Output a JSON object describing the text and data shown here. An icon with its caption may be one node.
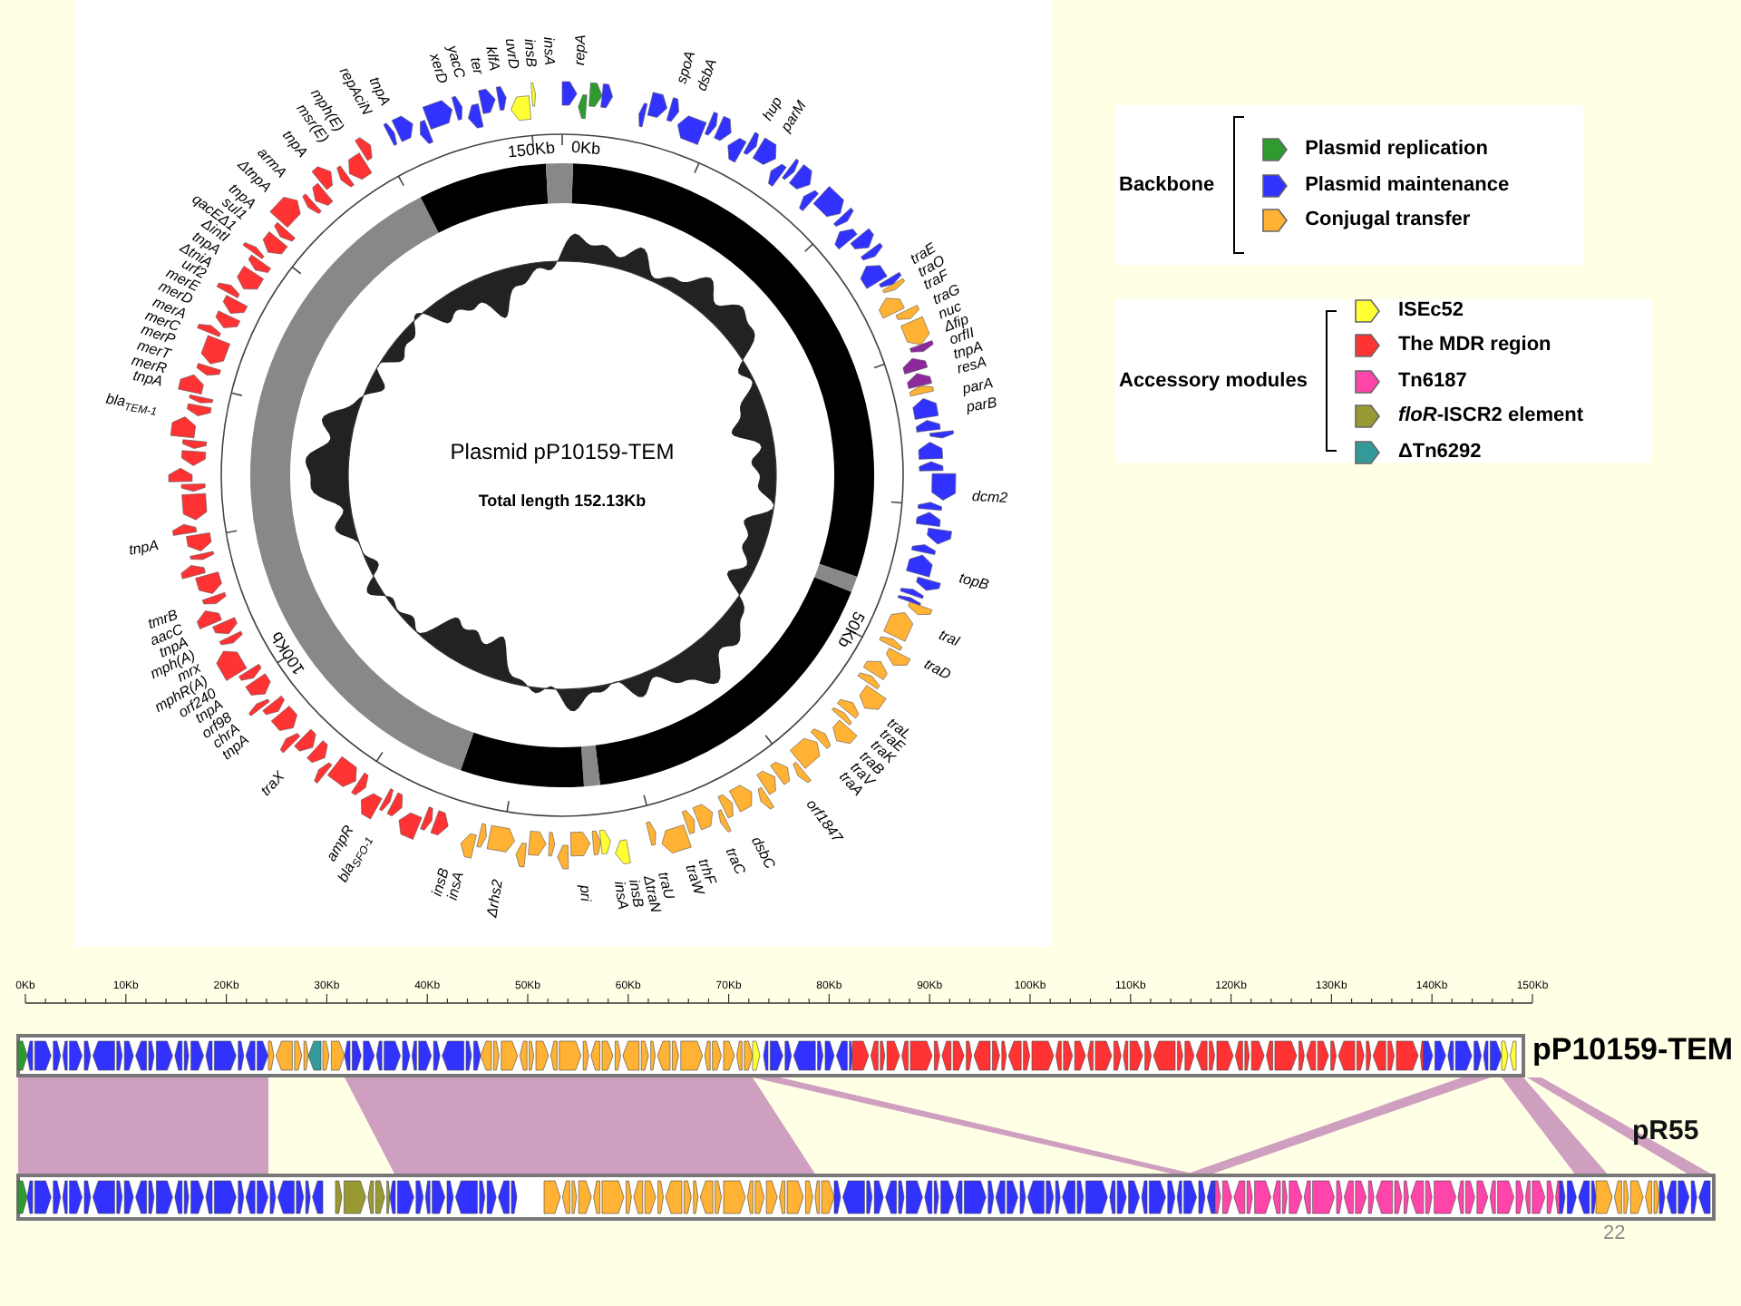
{
  "diagram": {
    "nodes": [
      {
        "text": [
          "Backbone"
        ]
      },
      {
        "text": [
          "Accessory modules"
        ]
      },
      {
        "text": [
          "Plasmid pP10159-TEM",
          "Total length 152.13Kb"
        ]
      }
    ],
    "labels": [
      "repA",
      "spoA",
      "dsbA",
      "hup",
      "parM",
      "traE",
      "traO",
      "traF",
      "traG",
      "nuc",
      "Δfip",
      "orfII",
      "tnpA",
      "resA",
      "parA",
      "parB",
      "dcm2",
      "topB",
      "traI",
      "traD",
      "traL",
      "traE",
      "traK",
      "traB",
      "traV",
      "traA",
      "orf1847",
      "pri",
      "insA",
      "insB",
      "ΔtraN",
      "traU",
      "traW",
      "trhF",
      "traC",
      "dsbC",
      "Δrhs2",
      "insA",
      "insB",
      "bla$_{SFO-1}$",
      "ampR",
      "traX",
      "tnpA",
      "chrA",
      "orf98",
      "tnpA",
      "orf240",
      "mphR(A)",
      "mrx",
      "mph(A)",
      "tnpA",
      "aacC",
      "tmrB",
      "tnpA",
      "bla$_{TEM-1}$",
      "tnpA",
      "merR",
      "merT",
      "merP",
      "merC",
      "merA",
      "merD",
      "merE",
      "urf2",
      "ΔtniA",
      "tnpA",
      "ΔintI",
      "qacEΔ1",
      "sul1",
      "tnpA",
      "ΔtnpA",
      "armA",
      "tnpA",
      "msr(E)",
      "mph(E)",
      "repAciN",
      "tnpA",
      "xerD",
      "yacC",
      "ter",
      "klfA",
      "uvrD",
      "insB",
      "insA",
      "150Kb",
      "0Kb",
      "50Kb",
      "100Kb",
      "0Kb",
      "10Kb",
      "20Kb",
      "30Kb",
      "40Kb",
      "50Kb",
      "60Kb",
      "70Kb",
      "80Kb",
      "90Kb",
      "100Kb",
      "110Kb",
      "120Kb",
      "130Kb",
      "140Kb",
      "150Kb",
      "pP10159-TEM",
      "pR55",
      "22"
    ],
    "legend": [
      {
        "text": "Plasmid replication",
        "color": "#2f9a2f"
      },
      {
        "text": "Plasmid maintenance",
        "color": "#3232ff"
      },
      {
        "text": "Conjugal transfer",
        "color": "#ffb233"
      },
      {
        "text": "ISEc52",
        "color": "#ffff33"
      },
      {
        "text": "The MDR region",
        "color": "#ff3333"
      },
      {
        "text": "Tn6187",
        "color": "#ff44aa"
      },
      {
        "text": "*floR*-ISCR2 element",
        "color": "#999933"
      },
      {
        "text": "ΔTn6292",
        "color": "#339999"
      }
    ]
  }
}
